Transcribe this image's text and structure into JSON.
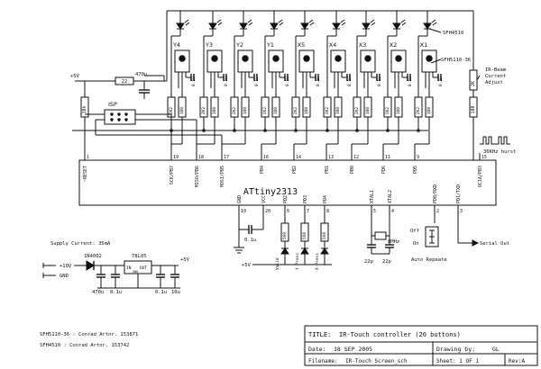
{
  "title_block": {
    "title_label": "TITLE:",
    "title": "IR-Touch controller   (20 buttons)",
    "date_label": "Date:",
    "date": "18 SEP 2005",
    "drawing_label": "Drawing by:",
    "drawing_by": "GL",
    "filename_label": "Filename:",
    "filename": "IR-Touch Screen_sch",
    "sheet": "Sheet: 1 OF 1",
    "rev": "Rev:A"
  },
  "mcu": {
    "name": "ATtiny2313",
    "top_pins": [
      {
        "num": "1",
        "name": "~RESET"
      },
      {
        "num": "19",
        "name": "SCK/PB7"
      },
      {
        "num": "18",
        "name": "MISO/PB6"
      },
      {
        "num": "17",
        "name": "MOSI/PB5"
      },
      {
        "num": "16",
        "name": "PB4"
      },
      {
        "num": "14",
        "name": "PB2"
      },
      {
        "num": "13",
        "name": "PB1"
      },
      {
        "num": "12",
        "name": "PB0"
      },
      {
        "num": "11",
        "name": "PD6"
      },
      {
        "num": "9",
        "name": "PD5"
      },
      {
        "num": "15",
        "name": "OC1A/PB3"
      }
    ],
    "bottom_pins": [
      {
        "num": "10",
        "name": "GND"
      },
      {
        "num": "20",
        "name": "VCC"
      },
      {
        "num": "6",
        "name": "PD2"
      },
      {
        "num": "7",
        "name": "PD3"
      },
      {
        "num": "8",
        "name": "PD4"
      },
      {
        "num": "5",
        "name": "XTAL1"
      },
      {
        "num": "4",
        "name": "XTAL2"
      },
      {
        "num": "2",
        "name": "PD0/RXD"
      },
      {
        "num": "3",
        "name": "PD1/TXD"
      }
    ]
  },
  "channels": [
    {
      "label": "Y4"
    },
    {
      "label": "Y3"
    },
    {
      "label": "Y2"
    },
    {
      "label": "Y1"
    },
    {
      "label": "X5"
    },
    {
      "label": "X4"
    },
    {
      "label": "X3"
    },
    {
      "label": "X2"
    },
    {
      "label": "X1"
    }
  ],
  "channel_parts": {
    "cap": "0.1u",
    "r_left": "2K2",
    "r_right": "100"
  },
  "labels": {
    "sfh4510": "SFH4510",
    "sfh5110": "SFH5110-36",
    "ir_adjust_1": "IR-Beam",
    "ir_adjust_2": "Current",
    "ir_adjust_3": "Adjust",
    "pot": "2K",
    "r_right_bottom": "100",
    "burst": "36KHz burst",
    "plus5v": "+5V",
    "r22": "22",
    "c470": "470u",
    "r10k": "10k",
    "isp": "ISP",
    "supply_current": "Supply Current: 35mA",
    "diode": "1N4002",
    "reg": "78L05",
    "reg_in": "IN",
    "reg_out": "OUT",
    "reg_gnd": "GND",
    "v10": "+10V",
    "gnd": "GND",
    "plus5v_out": "+5V",
    "c_in": "470u",
    "c_01a": "0.1u",
    "c_01b": "0.1u",
    "c_10": "10u",
    "c_vcc": "0.1u",
    "r560": "560",
    "led_valid": "Valid",
    "led_ypress": "Y-Press",
    "led_xpress": "X-Press",
    "xtal": "8MHz",
    "c22a": "22p",
    "c22b": "22p",
    "off": "Off",
    "on": "On",
    "auto_repeat": "Auto Repeate",
    "serial_out": "Serial Out",
    "plus5v_bottom": "+5V",
    "note1": "SFH5110-36  : Conrad Artnr. 153871",
    "note2": "SFH4510     : Conrad Artnr. 153742"
  }
}
